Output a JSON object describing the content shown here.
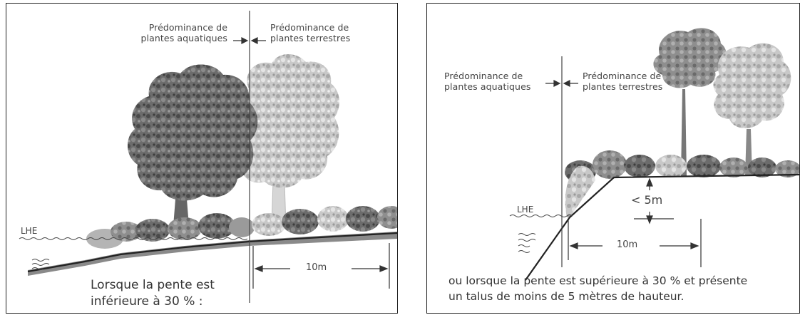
{
  "panels": [
    {
      "label_aquatic": "Prédominance de\nplantes aquatiques",
      "label_terrestrial": "Prédominance de\nplantes terrestres",
      "water_level": "LHE",
      "distance": "10m",
      "caption": "Lorsque la pente est\ninférieure à 30 % :"
    },
    {
      "label_aquatic": "Prédominance de\nplantes aquatiques",
      "label_terrestrial": "Prédominance de\nplantes terrestres",
      "water_level": "LHE",
      "height": "< 5m",
      "distance": "10m",
      "caption": "ou lorsque la pente est supérieure à 30 % et présente\nun talus de moins de 5 mètres de hauteur."
    }
  ],
  "colors": {
    "border": "#222222",
    "line": "#333333",
    "dark_foliage": "#5a5a5a",
    "light_foliage": "#b8b8b8",
    "bank_fill": "#9a9a9a"
  }
}
